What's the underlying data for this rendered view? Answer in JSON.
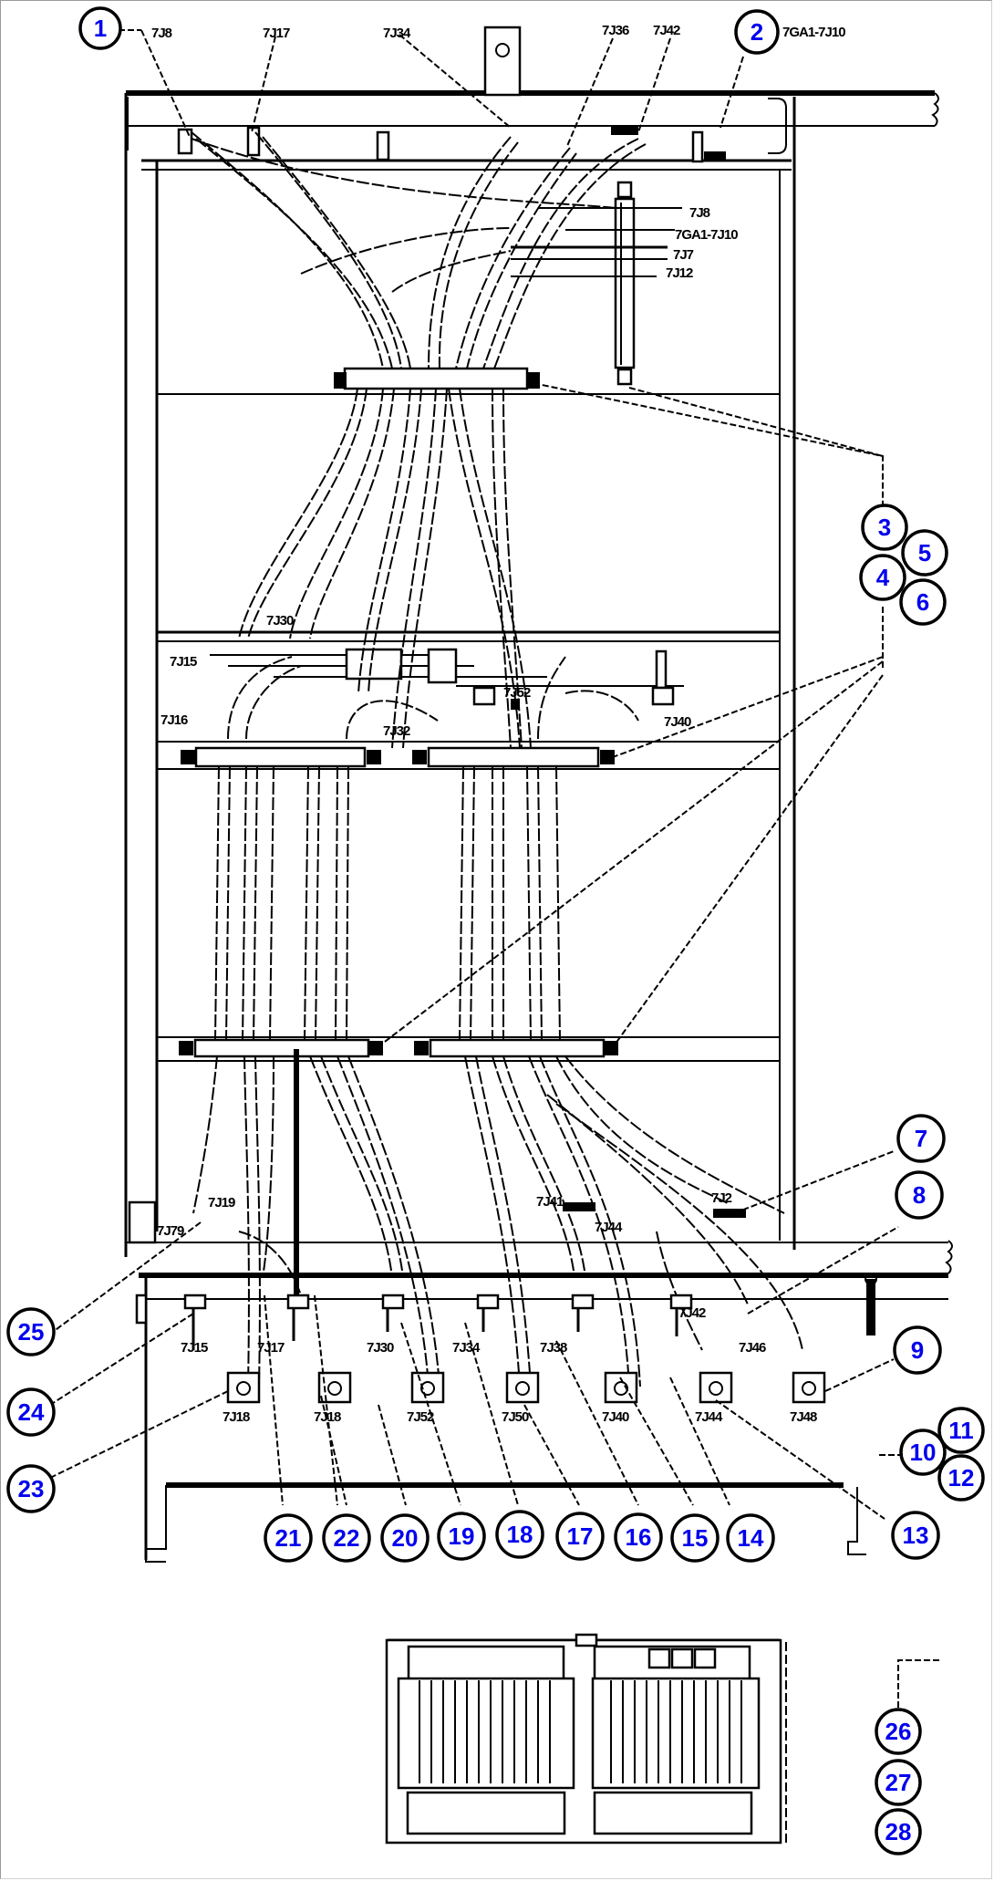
{
  "diagram": {
    "title": "Cabinet cable harness routing",
    "accent_color": "#0000ee",
    "callouts": [
      {
        "id": "1",
        "label": "1"
      },
      {
        "id": "2",
        "label": "2"
      },
      {
        "id": "3",
        "label": "3"
      },
      {
        "id": "4",
        "label": "4"
      },
      {
        "id": "5",
        "label": "5"
      },
      {
        "id": "6",
        "label": "6"
      },
      {
        "id": "7",
        "label": "7"
      },
      {
        "id": "8",
        "label": "8"
      },
      {
        "id": "9",
        "label": "9"
      },
      {
        "id": "10",
        "label": "10"
      },
      {
        "id": "11",
        "label": "11"
      },
      {
        "id": "12",
        "label": "12"
      },
      {
        "id": "13",
        "label": "13"
      },
      {
        "id": "14",
        "label": "14"
      },
      {
        "id": "15",
        "label": "15"
      },
      {
        "id": "16",
        "label": "16"
      },
      {
        "id": "17",
        "label": "17"
      },
      {
        "id": "18",
        "label": "18"
      },
      {
        "id": "19",
        "label": "19"
      },
      {
        "id": "20",
        "label": "20"
      },
      {
        "id": "21",
        "label": "21"
      },
      {
        "id": "22",
        "label": "22"
      },
      {
        "id": "23",
        "label": "23"
      },
      {
        "id": "24",
        "label": "24"
      },
      {
        "id": "25",
        "label": "25"
      },
      {
        "id": "26",
        "label": "26"
      },
      {
        "id": "27",
        "label": "27"
      },
      {
        "id": "28",
        "label": "28"
      }
    ],
    "top_labels": {
      "j8": "7J8",
      "j17": "7J17",
      "j34": "7J34",
      "j36": "7J36",
      "j42": "7J42",
      "ga1_j10_top": "7GA1-7J10"
    },
    "terminal_labels": {
      "j8": "7J8",
      "ga1_j10": "7GA1-7J10",
      "j7": "7J7",
      "j12": "7J12"
    },
    "mid_labels": {
      "j30": "7J30",
      "j15": "7J15",
      "j16": "7J16",
      "j32": "7J32",
      "j52": "7J52",
      "j40": "7J40"
    },
    "lower_labels": {
      "j79": "7J79",
      "j19": "7J19",
      "j41": "7J41",
      "j44_upper": "7J44",
      "j2": "7J2",
      "j15": "7J15",
      "j17": "7J17",
      "j30": "7J30",
      "j34": "7J34",
      "j38": "7J38",
      "j42": "7J42",
      "j46": "7J46",
      "j18": "7J18",
      "j18b": "7J18",
      "j52": "7J52",
      "j50": "7J50",
      "j40": "7J40",
      "j44": "7J44",
      "j48": "7J48"
    }
  }
}
